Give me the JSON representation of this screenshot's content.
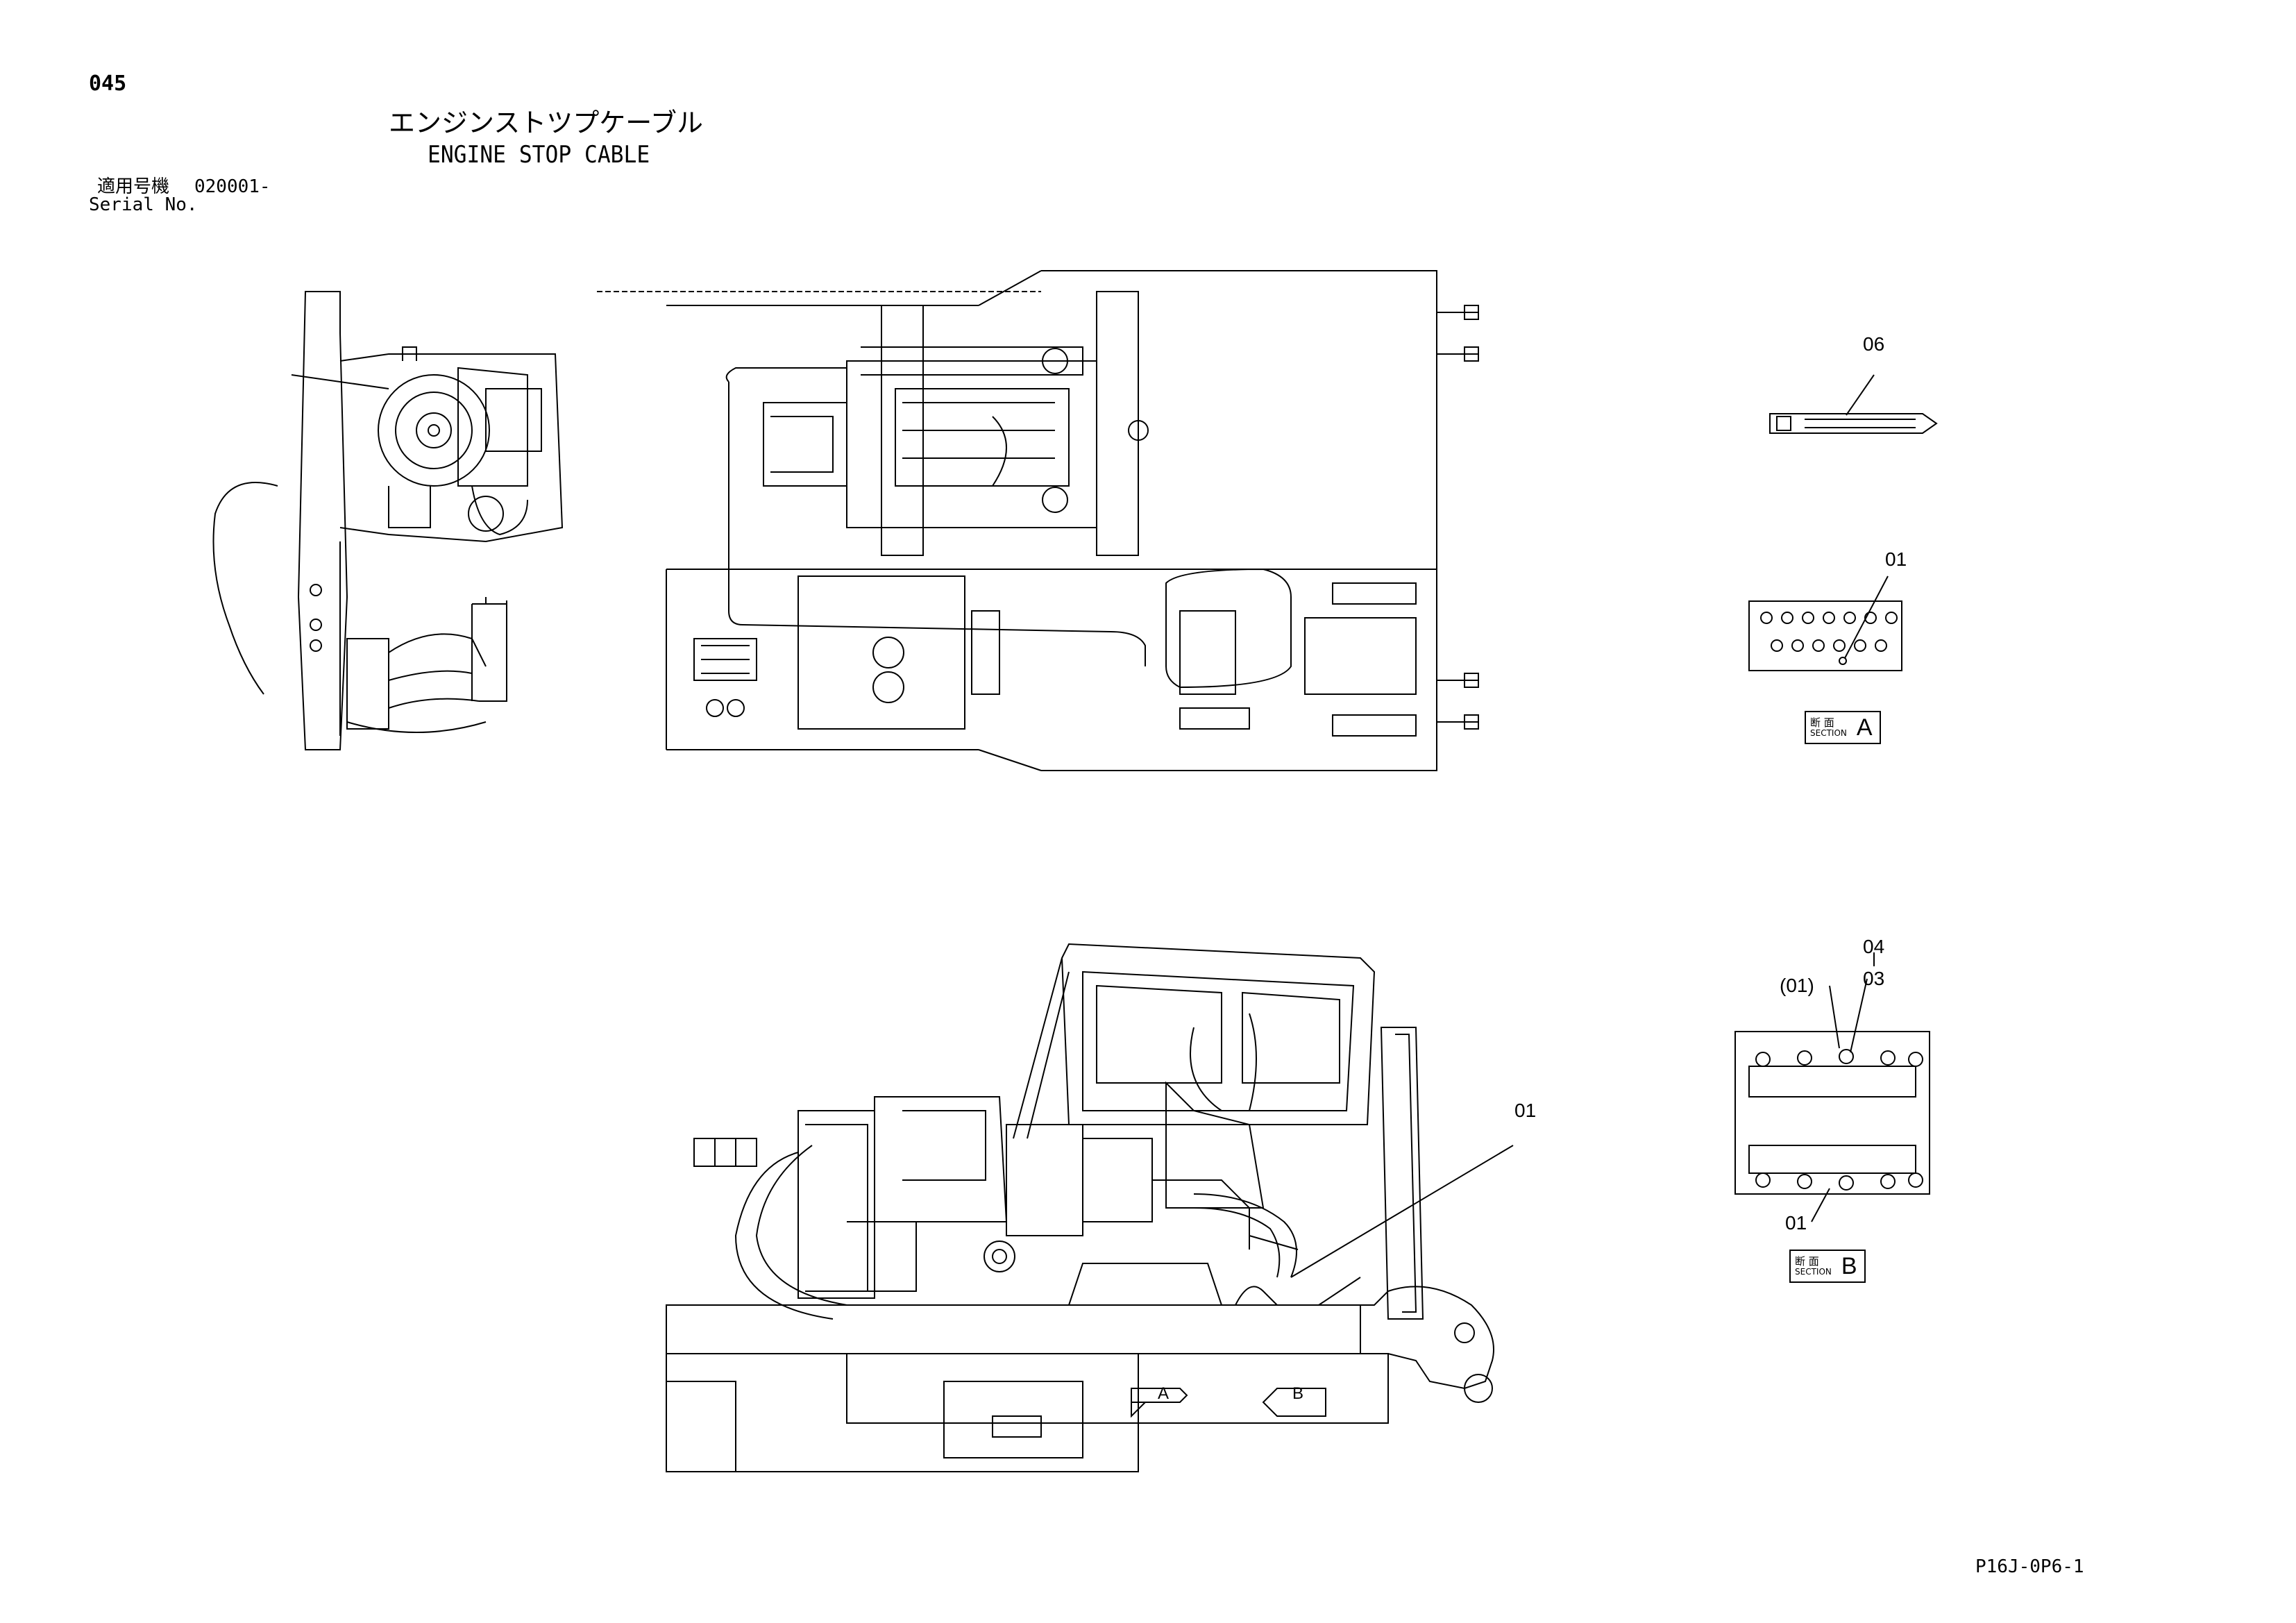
{
  "header": {
    "page_number": "045",
    "title_jp": "エンジンストツプケーブル",
    "title_en": "ENGINE STOP CABLE",
    "serial_label_jp": "適用号機",
    "serial_number": "020001-",
    "serial_label_en": "Serial No."
  },
  "callouts": {
    "c06": "06",
    "c01_section_a": "01",
    "c04": "04",
    "c03": "03",
    "c01_paren": "(01)",
    "c01_section_b": "01",
    "c01_side_view": "01"
  },
  "sections": {
    "a": {
      "label_jp": "断 面",
      "label_en": "SECTION",
      "letter": "A"
    },
    "b": {
      "label_jp": "断 面",
      "label_en": "SECTION",
      "letter": "B"
    }
  },
  "arrows": {
    "a": "A",
    "b": "B"
  },
  "footer": {
    "drawing_code": "P16J-0P6-1"
  }
}
